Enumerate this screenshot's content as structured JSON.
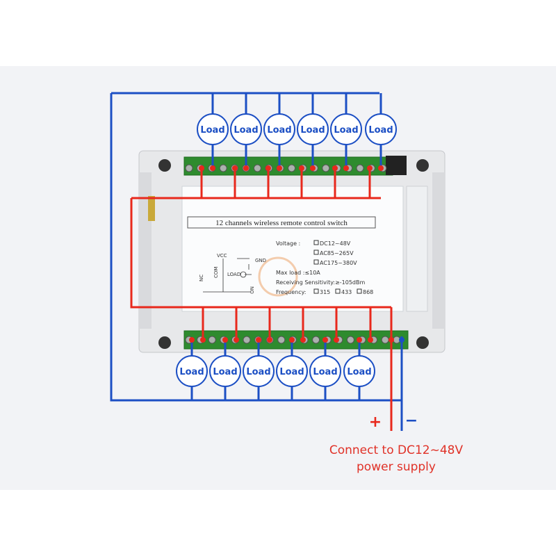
{
  "load_label": "Load",
  "board_title": "12 channels wireless remote control switch",
  "specs": {
    "voltage_label": "Voltage :",
    "voltage_opts": [
      "DC12~48V",
      "AC85~265V",
      "AC175~380V"
    ],
    "max_load": "Max load :≤10A",
    "sensitivity": "Receiving Sensitivity:≥-105dBm",
    "frequency_label": "Frequency:",
    "frequency_opts": [
      "315",
      "433",
      "868"
    ]
  },
  "schematic": {
    "vcc": "VCC",
    "gnd": "GND",
    "nc": "NC",
    "com": "COM",
    "load": "LOAD",
    "no": "NO"
  },
  "power": {
    "plus": "+",
    "minus": "−",
    "caption_line1": "Connect to DC12~48V",
    "caption_line2": "power supply"
  },
  "colors": {
    "red_wire": "#e8281c",
    "blue_wire": "#1c4fc4",
    "terminal_green": "#2e8b2e",
    "load_ring": "#1c4fc4",
    "load_text": "#1c4fc4",
    "caption": "#e03127"
  }
}
